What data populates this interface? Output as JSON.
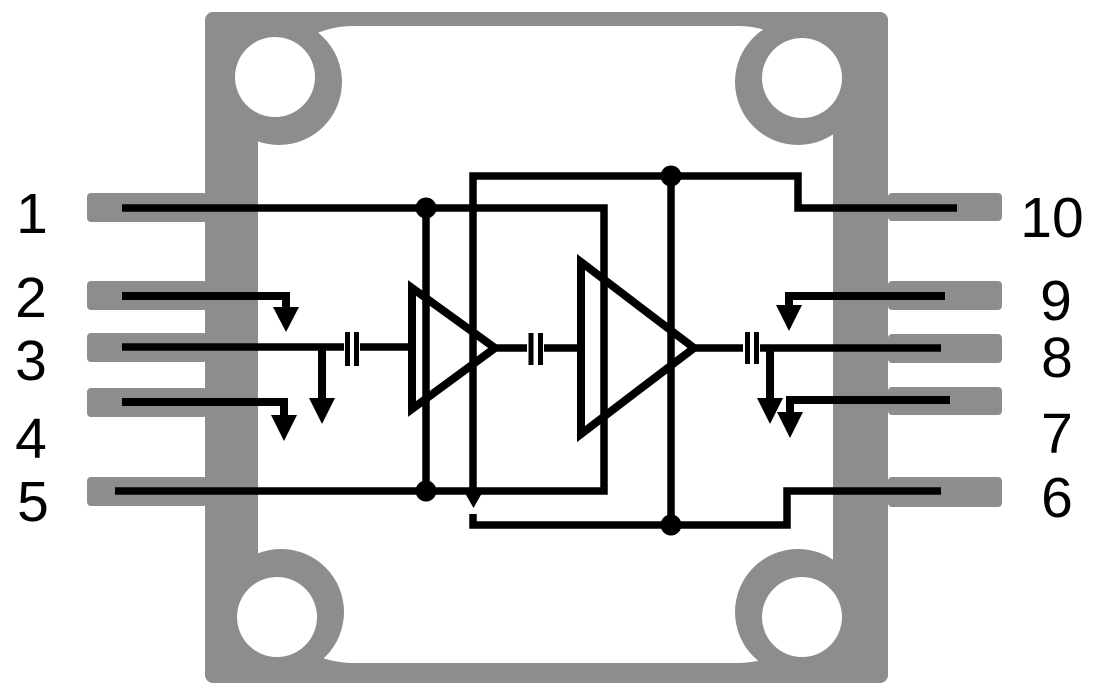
{
  "figure": {
    "description": "10-lead amplifier package outline with internal two-stage amplifier schematic",
    "colors": {
      "background": "#ffffff",
      "body_gray": "#8d8d8d",
      "line_black": "#000000"
    }
  },
  "pins": {
    "left": [
      {
        "number": "1"
      },
      {
        "number": "2"
      },
      {
        "number": "3"
      },
      {
        "number": "4"
      },
      {
        "number": "5"
      }
    ],
    "right": [
      {
        "number": "10"
      },
      {
        "number": "9"
      },
      {
        "number": "8"
      },
      {
        "number": "7"
      },
      {
        "number": "6"
      }
    ]
  },
  "components": {
    "amplifier_stages": 2,
    "dc_block_capacitors": 3,
    "ground_arrows": 6,
    "junction_dots": 4,
    "mounting_holes": 4
  }
}
